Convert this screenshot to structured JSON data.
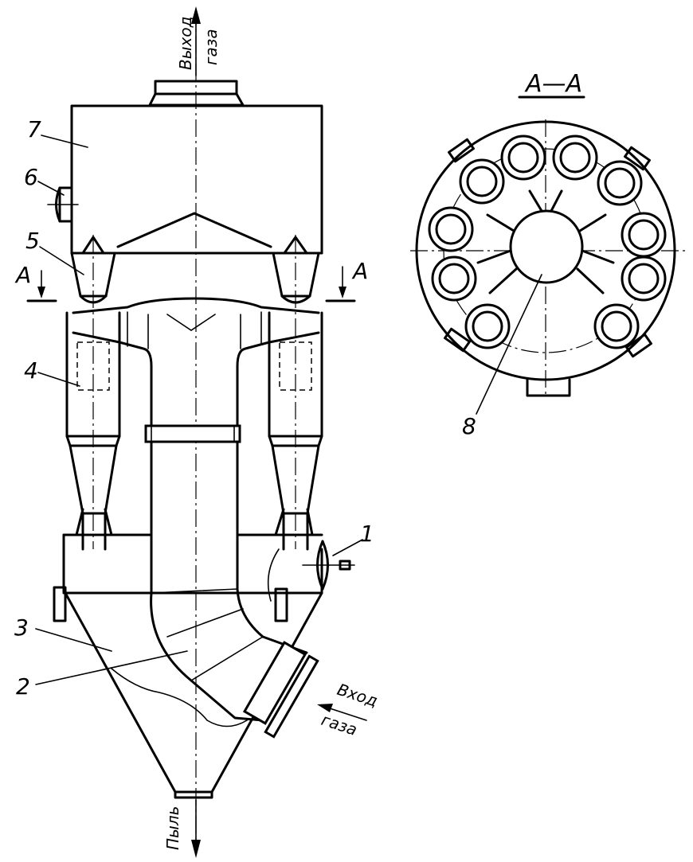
{
  "labels": {
    "gas_outlet_line1": "Выход",
    "gas_outlet_line2": "газа",
    "gas_inlet_line1": "Вход",
    "gas_inlet_line2": "газа",
    "dust": "Пыль",
    "section_title": "A—A",
    "section_mark_left": "A",
    "section_mark_right": "A"
  },
  "callouts": [
    "1",
    "2",
    "3",
    "4",
    "5",
    "6",
    "7",
    "8"
  ]
}
